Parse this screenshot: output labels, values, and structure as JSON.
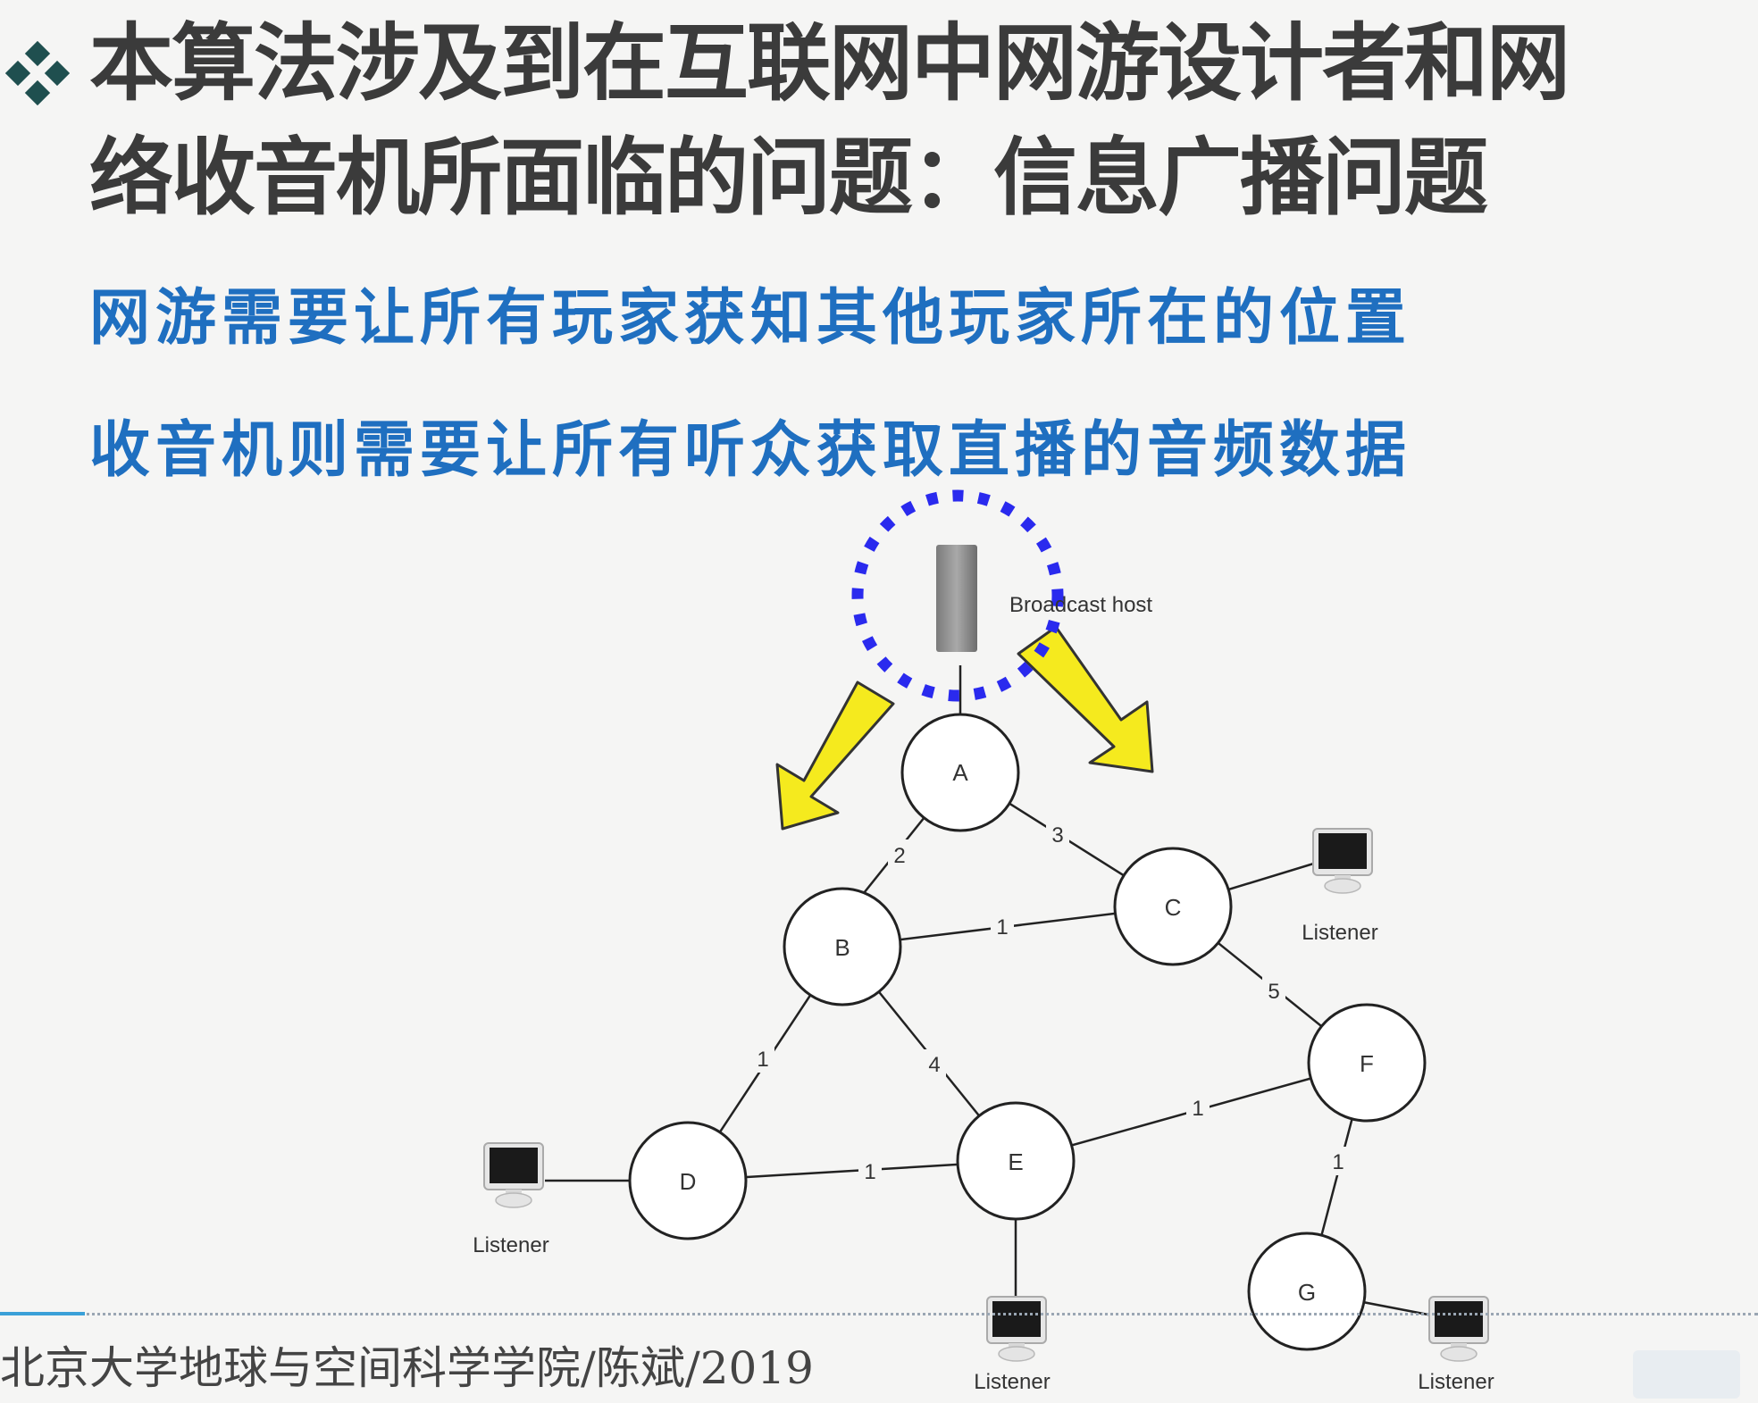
{
  "title": {
    "line1": "本算法涉及到在互联网中网游设计者和网",
    "line2": "络收音机所面临的问题：信息广播问题"
  },
  "subtitles": {
    "line1": "网游需要让所有玩家获知其他玩家所在的位置",
    "line2": "收音机则需要让所有听众获取直播的音频数据"
  },
  "diagram": {
    "host_label": "Broadcast host",
    "nodes": [
      "A",
      "B",
      "C",
      "D",
      "E",
      "F",
      "G"
    ],
    "edges": [
      {
        "from": "A",
        "to": "B",
        "weight": "2"
      },
      {
        "from": "A",
        "to": "C",
        "weight": "3"
      },
      {
        "from": "B",
        "to": "C",
        "weight": "1"
      },
      {
        "from": "C",
        "to": "F",
        "weight": "5"
      },
      {
        "from": "B",
        "to": "D",
        "weight": "1"
      },
      {
        "from": "B",
        "to": "E",
        "weight": "4"
      },
      {
        "from": "D",
        "to": "E",
        "weight": "1"
      },
      {
        "from": "E",
        "to": "F",
        "weight": "1"
      },
      {
        "from": "F",
        "to": "G",
        "weight": "1"
      }
    ],
    "listener_label": "Listener",
    "listeners_at": [
      "C",
      "D",
      "E",
      "G"
    ],
    "colors": {
      "highlight": "#2a2aee",
      "arrow": "#f5ea1e"
    }
  },
  "footer": "北京大学地球与空间科学学院/陈斌/2019"
}
